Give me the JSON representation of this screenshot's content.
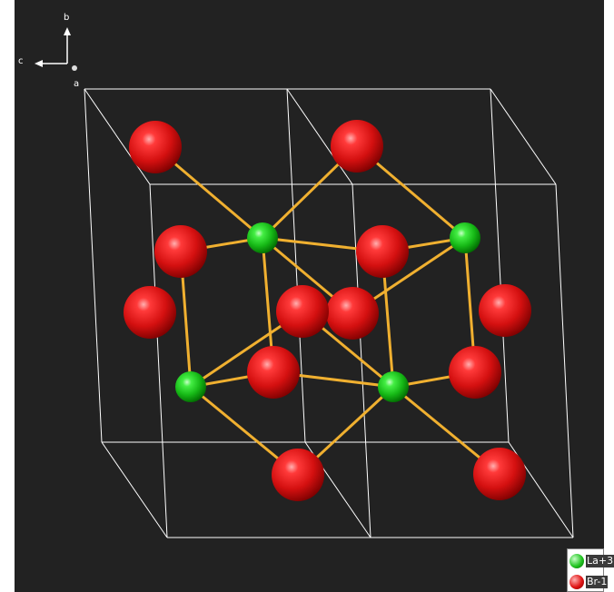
{
  "axes": {
    "b": "b",
    "c": "c",
    "a": "a"
  },
  "legend": {
    "items": [
      {
        "label": "La+3",
        "color": "#22c522"
      },
      {
        "label": "Br-1",
        "color": "#e01414"
      }
    ]
  },
  "colors": {
    "background": "#222222",
    "cell_edges": "#ffffff",
    "bonds": "#f0b030",
    "la": "#22c522",
    "br": "#e01414"
  }
}
